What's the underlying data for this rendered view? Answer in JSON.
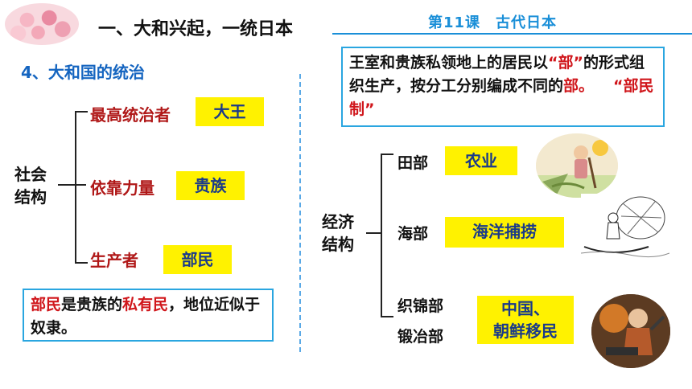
{
  "header": {
    "title": "一、大和兴起，一统日本",
    "lesson": "第11课　古代日本"
  },
  "section": {
    "heading": "4、大和国的统治"
  },
  "social_structure": {
    "label_line1": "社会",
    "label_line2": "结构",
    "rows": [
      {
        "role": "最高统治者",
        "value": "大王"
      },
      {
        "role": "依靠力量",
        "value": "贵族"
      },
      {
        "role": "生产者",
        "value": "部民"
      }
    ]
  },
  "note": {
    "part1": "部民",
    "part2": "是贵族的",
    "part3": "私有民",
    "part4": "，地位近似于奴隶。"
  },
  "explanation": {
    "text1": "王室和贵族私领地上的居民以",
    "quote_bu": "“部”",
    "text2": "的形式组织生产，按分工分别编成不同的",
    "bu": "部",
    "period": "。",
    "system": "“部民制”"
  },
  "economic_structure": {
    "label_line1": "经济",
    "label_line2": "结构",
    "rows": [
      {
        "dept": "田部",
        "value": "农业"
      },
      {
        "dept": "海部",
        "value": "海洋捕捞"
      },
      {
        "dept1": "织锦部",
        "dept2": "锻冶部",
        "value_line1": "中国、",
        "value_line2": "朝鲜移民"
      }
    ]
  },
  "images": {
    "farmer": "farmer-illustration",
    "fisherman": "fisherman-illustration",
    "smith": "blacksmith-illustration"
  }
}
